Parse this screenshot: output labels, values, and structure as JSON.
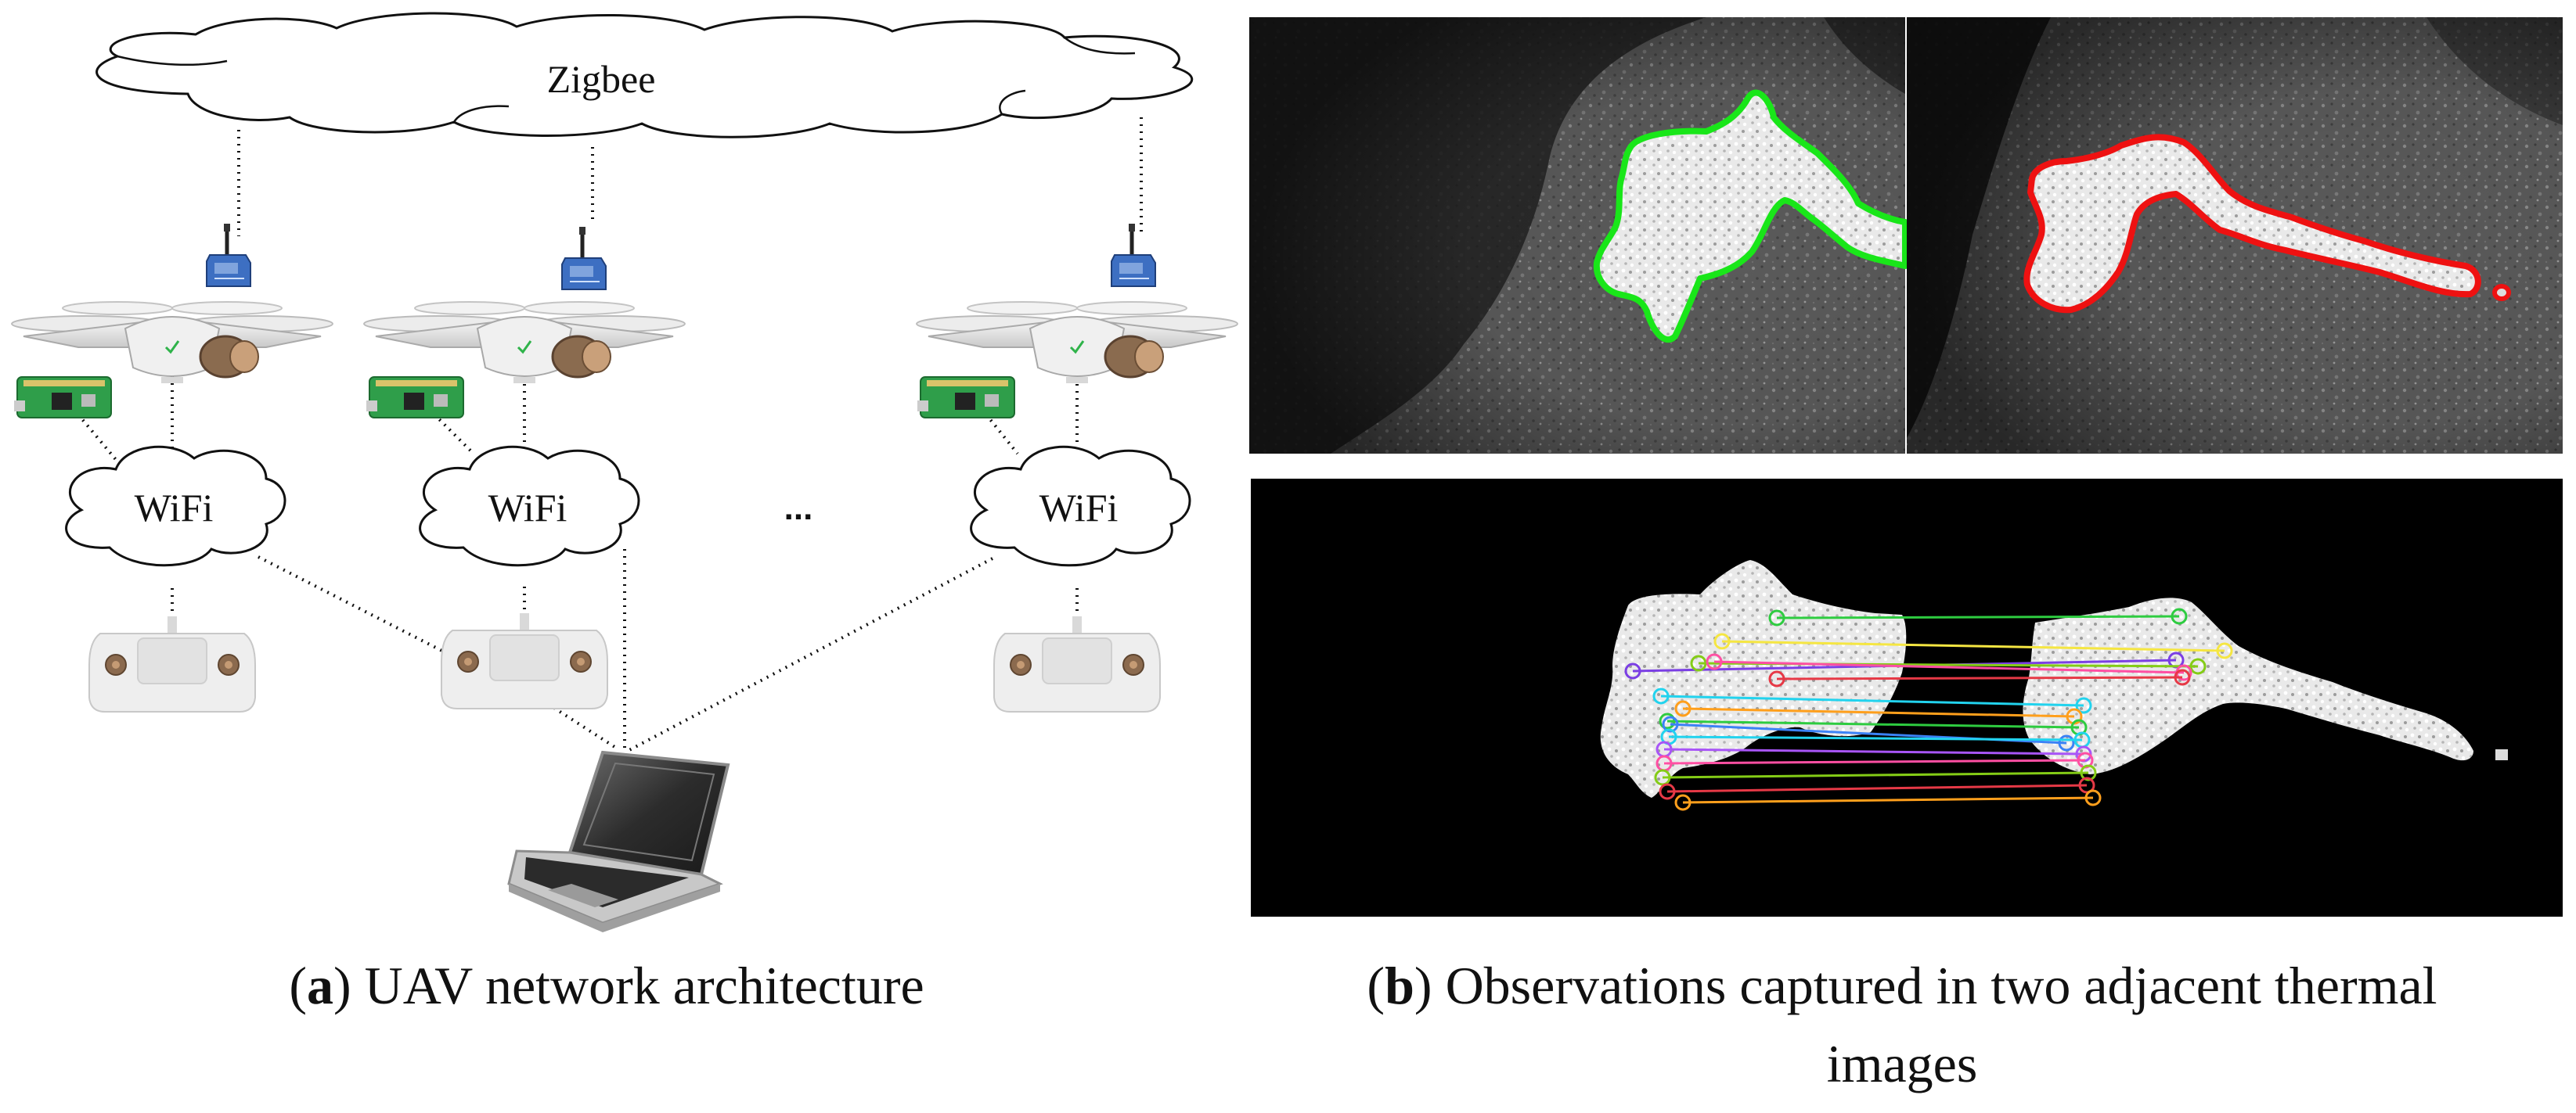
{
  "panel_a": {
    "zigbee_label": "Zigbee",
    "wifi_labels": [
      "WiFi",
      "WiFi",
      "WiFi"
    ],
    "ellipsis": "...",
    "caption_letter": "a",
    "caption_text": "UAV network architecture"
  },
  "panel_b": {
    "outline_colors": {
      "first_image": "#19e619",
      "second_image": "#ee1111"
    },
    "caption_letter": "b",
    "caption_line1": "Observations captured in two adjacent thermal",
    "caption_line2": "images"
  },
  "colors": {
    "thermal_dark": "#2a2a2a",
    "thermal_light": "#e6e6e6",
    "match_lines": [
      "#2ecc40",
      "#f5e642",
      "#7b3fe4",
      "#ff4fa3",
      "#22d3ee",
      "#e63946",
      "#ff9f1c",
      "#3b82f6",
      "#a855f7",
      "#84cc16"
    ]
  }
}
